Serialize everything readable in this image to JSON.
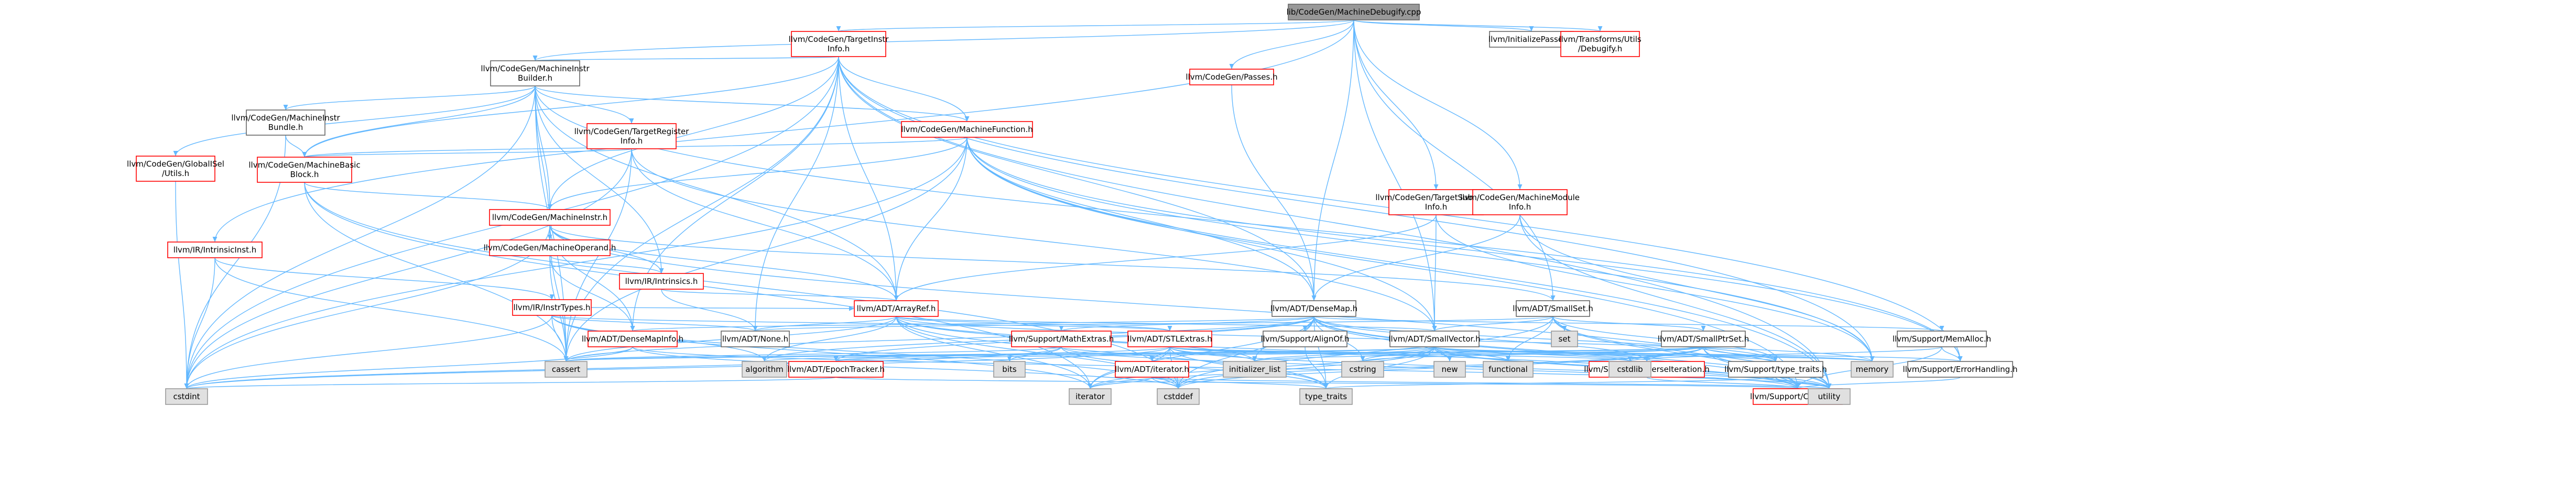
{
  "colors": {
    "root_fill": "#999999",
    "root_border": "#666666",
    "ref_border": "#ff0000",
    "doc_border": "#666666",
    "sys_fill": "#e0e0e0",
    "sys_border": "#999999",
    "edge": "#63b8ff",
    "text": "#000000"
  },
  "nodes": [
    {
      "id": "root",
      "kind": "root",
      "lines": [
        "lib/CodeGen/MachineDebugify.cpp"
      ]
    },
    {
      "id": "tii",
      "kind": "ref",
      "lines": [
        "llvm/CodeGen/TargetInstr",
        "Info.h"
      ]
    },
    {
      "id": "initpasses",
      "kind": "doc",
      "lines": [
        "llvm/InitializePasses.h"
      ]
    },
    {
      "id": "debugify",
      "kind": "ref",
      "lines": [
        "llvm/Transforms/Utils",
        "/Debugify.h"
      ]
    },
    {
      "id": "cgpasses",
      "kind": "ref",
      "lines": [
        "llvm/CodeGen/Passes.h"
      ]
    },
    {
      "id": "mib",
      "kind": "doc",
      "lines": [
        "llvm/CodeGen/MachineInstr",
        "Builder.h"
      ]
    },
    {
      "id": "mf",
      "kind": "ref",
      "lines": [
        "llvm/CodeGen/MachineFunction.h"
      ]
    },
    {
      "id": "tsi",
      "kind": "ref",
      "lines": [
        "llvm/CodeGen/TargetSubtarget",
        "Info.h"
      ]
    },
    {
      "id": "mmi",
      "kind": "ref",
      "lines": [
        "llvm/CodeGen/MachineModule",
        "Info.h"
      ]
    },
    {
      "id": "mibb",
      "kind": "doc",
      "lines": [
        "llvm/CodeGen/MachineInstr",
        "Bundle.h"
      ]
    },
    {
      "id": "tri",
      "kind": "ref",
      "lines": [
        "llvm/CodeGen/TargetRegister",
        "Info.h"
      ]
    },
    {
      "id": "gisel",
      "kind": "ref",
      "lines": [
        "llvm/CodeGen/GlobalISel",
        "/Utils.h"
      ]
    },
    {
      "id": "mbb",
      "kind": "ref",
      "lines": [
        "llvm/CodeGen/MachineBasic",
        "Block.h"
      ]
    },
    {
      "id": "mi",
      "kind": "ref",
      "lines": [
        "llvm/CodeGen/MachineInstr.h"
      ]
    },
    {
      "id": "mo",
      "kind": "ref",
      "lines": [
        "llvm/CodeGen/MachineOperand.h"
      ]
    },
    {
      "id": "intrinsicinst",
      "kind": "ref",
      "lines": [
        "llvm/IR/IntrinsicInst.h"
      ]
    },
    {
      "id": "intrinsics",
      "kind": "ref",
      "lines": [
        "llvm/IR/Intrinsics.h"
      ]
    },
    {
      "id": "instrtypes",
      "kind": "ref",
      "lines": [
        "llvm/IR/InstrTypes.h"
      ]
    },
    {
      "id": "arrayref",
      "kind": "ref",
      "lines": [
        "llvm/ADT/ArrayRef.h"
      ]
    },
    {
      "id": "densemap",
      "kind": "doc",
      "lines": [
        "llvm/ADT/DenseMap.h"
      ]
    },
    {
      "id": "smallset",
      "kind": "doc",
      "lines": [
        "llvm/ADT/SmallSet.h"
      ]
    },
    {
      "id": "densemapinfo",
      "kind": "ref",
      "lines": [
        "llvm/ADT/DenseMapInfo.h"
      ]
    },
    {
      "id": "none",
      "kind": "doc",
      "lines": [
        "llvm/ADT/None.h"
      ]
    },
    {
      "id": "mathextras",
      "kind": "ref",
      "lines": [
        "llvm/Support/MathExtras.h"
      ]
    },
    {
      "id": "stlextras",
      "kind": "ref",
      "lines": [
        "llvm/ADT/STLExtras.h"
      ]
    },
    {
      "id": "smallvector",
      "kind": "doc",
      "lines": [
        "llvm/ADT/SmallVector.h"
      ]
    },
    {
      "id": "alignof",
      "kind": "doc",
      "lines": [
        "llvm/Support/AlignOf.h"
      ]
    },
    {
      "id": "memalloc",
      "kind": "doc",
      "lines": [
        "llvm/Support/MemAlloc.h"
      ]
    },
    {
      "id": "smallptrset",
      "kind": "doc",
      "lines": [
        "llvm/ADT/SmallPtrSet.h"
      ]
    },
    {
      "id": "epochtracker",
      "kind": "ref",
      "lines": [
        "llvm/ADT/EpochTracker.h"
      ]
    },
    {
      "id": "iterator_h",
      "kind": "ref",
      "lines": [
        "llvm/ADT/iterator.h"
      ]
    },
    {
      "id": "reviter",
      "kind": "ref",
      "lines": [
        "llvm/Support/ReverseIteration.h"
      ]
    },
    {
      "id": "typetraits",
      "kind": "doc",
      "lines": [
        "llvm/Support/type_traits.h"
      ]
    },
    {
      "id": "errorhandling",
      "kind": "doc",
      "lines": [
        "llvm/Support/ErrorHandling.h"
      ]
    },
    {
      "id": "compiler",
      "kind": "ref",
      "lines": [
        "llvm/Support/Compiler.h"
      ]
    },
    {
      "id": "cassert",
      "kind": "sys",
      "lines": [
        "cassert"
      ]
    },
    {
      "id": "cstdint",
      "kind": "sys",
      "lines": [
        "cstdint"
      ]
    },
    {
      "id": "algorithm",
      "kind": "sys",
      "lines": [
        "algorithm"
      ]
    },
    {
      "id": "iterator",
      "kind": "sys",
      "lines": [
        "iterator"
      ]
    },
    {
      "id": "cstddef",
      "kind": "sys",
      "lines": [
        "cstddef"
      ]
    },
    {
      "id": "type_traits",
      "kind": "sys",
      "lines": [
        "type_traits"
      ]
    },
    {
      "id": "bits",
      "kind": "sys",
      "lines": [
        "bits"
      ]
    },
    {
      "id": "initializer_list",
      "kind": "sys",
      "lines": [
        "initializer_list"
      ]
    },
    {
      "id": "cstring",
      "kind": "sys",
      "lines": [
        "cstring"
      ]
    },
    {
      "id": "new",
      "kind": "sys",
      "lines": [
        "new"
      ]
    },
    {
      "id": "functional",
      "kind": "sys",
      "lines": [
        "functional"
      ]
    },
    {
      "id": "cstdlib",
      "kind": "sys",
      "lines": [
        "cstdlib"
      ]
    },
    {
      "id": "memory",
      "kind": "sys",
      "lines": [
        "memory"
      ]
    },
    {
      "id": "utility",
      "kind": "sys",
      "lines": [
        "utility"
      ]
    },
    {
      "id": "set",
      "kind": "sys",
      "lines": [
        "set"
      ]
    }
  ],
  "edges": [
    [
      "root",
      "tii"
    ],
    [
      "root",
      "initpasses"
    ],
    [
      "root",
      "debugify"
    ],
    [
      "root",
      "cgpasses"
    ],
    [
      "root",
      "mib"
    ],
    [
      "root",
      "densemap"
    ],
    [
      "root",
      "smallset"
    ],
    [
      "root",
      "smallvector"
    ],
    [
      "root",
      "tsi"
    ],
    [
      "root",
      "mmi"
    ],
    [
      "root",
      "intrinsicinst"
    ],
    [
      "tii",
      "mib"
    ],
    [
      "tii",
      "mf"
    ],
    [
      "tii",
      "mbb"
    ],
    [
      "tii",
      "mi"
    ],
    [
      "tii",
      "arrayref"
    ],
    [
      "tii",
      "densemap"
    ],
    [
      "tii",
      "densemapinfo"
    ],
    [
      "tii",
      "none"
    ],
    [
      "tii",
      "cassert"
    ],
    [
      "tii",
      "cstdint"
    ],
    [
      "tii",
      "errorhandling"
    ],
    [
      "tii",
      "utility"
    ],
    [
      "tii",
      "memory"
    ],
    [
      "mib",
      "mibb"
    ],
    [
      "mib",
      "mf"
    ],
    [
      "mib",
      "mbb"
    ],
    [
      "mib",
      "mi"
    ],
    [
      "mib",
      "mo"
    ],
    [
      "mib",
      "tri"
    ],
    [
      "mib",
      "gisel"
    ],
    [
      "mib",
      "intrinsics"
    ],
    [
      "mib",
      "cassert"
    ],
    [
      "mib",
      "cstdint"
    ],
    [
      "mib",
      "errorhandling"
    ],
    [
      "mib",
      "arrayref"
    ],
    [
      "mibb",
      "mbb"
    ],
    [
      "mibb",
      "cstdint"
    ],
    [
      "mf",
      "mbb"
    ],
    [
      "mf",
      "mi"
    ],
    [
      "mf",
      "arrayref"
    ],
    [
      "mf",
      "densemap"
    ],
    [
      "mf",
      "smallvector"
    ],
    [
      "mf",
      "cassert"
    ],
    [
      "mf",
      "cstdint"
    ],
    [
      "mf",
      "memory"
    ],
    [
      "mf",
      "utility"
    ],
    [
      "mf",
      "errorhandling"
    ],
    [
      "mf",
      "compiler"
    ],
    [
      "tri",
      "mbb"
    ],
    [
      "tri",
      "arrayref"
    ],
    [
      "tri",
      "smallvector"
    ],
    [
      "tri",
      "cassert"
    ],
    [
      "tri",
      "cstdint"
    ],
    [
      "gisel",
      "cstdint"
    ],
    [
      "mbb",
      "mi"
    ],
    [
      "mbb",
      "cassert"
    ],
    [
      "mbb",
      "cstddef"
    ],
    [
      "mbb",
      "iterator"
    ],
    [
      "mi",
      "mo"
    ],
    [
      "mi",
      "intrinsics"
    ],
    [
      "mi",
      "arrayref"
    ],
    [
      "mi",
      "densemapinfo"
    ],
    [
      "mi",
      "smallset"
    ],
    [
      "mi",
      "cassert"
    ],
    [
      "mi",
      "cstdint"
    ],
    [
      "mi",
      "utility"
    ],
    [
      "mo",
      "densemapinfo"
    ],
    [
      "mo",
      "intrinsics"
    ],
    [
      "mo",
      "cassert"
    ],
    [
      "intrinsicinst",
      "instrtypes"
    ],
    [
      "intrinsicinst",
      "cassert"
    ],
    [
      "intrinsicinst",
      "cstdint"
    ],
    [
      "intrinsics",
      "arrayref"
    ],
    [
      "intrinsics",
      "none"
    ],
    [
      "instrtypes",
      "arrayref"
    ],
    [
      "instrtypes",
      "none"
    ],
    [
      "instrtypes",
      "stlextras"
    ],
    [
      "instrtypes",
      "cassert"
    ],
    [
      "instrtypes",
      "cstddef"
    ],
    [
      "instrtypes",
      "cstdint"
    ],
    [
      "instrtypes",
      "iterator"
    ],
    [
      "instrtypes",
      "algorithm"
    ],
    [
      "arrayref",
      "none"
    ],
    [
      "arrayref",
      "smallvector"
    ],
    [
      "arrayref",
      "stlextras"
    ],
    [
      "arrayref",
      "compiler"
    ],
    [
      "arrayref",
      "algorithm"
    ],
    [
      "arrayref",
      "cassert"
    ],
    [
      "arrayref",
      "cstddef"
    ],
    [
      "arrayref",
      "initializer_list"
    ],
    [
      "arrayref",
      "iterator"
    ],
    [
      "arrayref",
      "memory"
    ],
    [
      "arrayref",
      "type_traits"
    ],
    [
      "arrayref",
      "vector"
    ],
    [
      "densemap",
      "densemapinfo"
    ],
    [
      "densemap",
      "epochtracker"
    ],
    [
      "densemap",
      "alignof"
    ],
    [
      "densemap",
      "compiler"
    ],
    [
      "densemap",
      "mathextras"
    ],
    [
      "densemap",
      "memalloc"
    ],
    [
      "densemap",
      "reviter"
    ],
    [
      "densemap",
      "typetraits"
    ],
    [
      "densemap",
      "algorithm"
    ],
    [
      "densemap",
      "cassert"
    ],
    [
      "densemap",
      "cstddef"
    ],
    [
      "densemap",
      "cstring"
    ],
    [
      "densemap",
      "initializer_list"
    ],
    [
      "densemap",
      "iterator"
    ],
    [
      "densemap",
      "new"
    ],
    [
      "densemap",
      "type_traits"
    ],
    [
      "densemap",
      "utility"
    ],
    [
      "smallset",
      "none"
    ],
    [
      "smallset",
      "smallptrset"
    ],
    [
      "smallset",
      "smallvector"
    ],
    [
      "smallset",
      "compiler"
    ],
    [
      "smallset",
      "typetraits"
    ],
    [
      "smallset",
      "cstddef"
    ],
    [
      "smallset",
      "functional"
    ],
    [
      "smallset",
      "set"
    ],
    [
      "smallset",
      "utility"
    ],
    [
      "densemapinfo",
      "cassert"
    ],
    [
      "densemapinfo",
      "cstddef"
    ],
    [
      "densemapinfo",
      "cstdint"
    ],
    [
      "densemapinfo",
      "utility"
    ],
    [
      "mathextras",
      "compiler"
    ],
    [
      "mathextras",
      "bits"
    ],
    [
      "mathextras",
      "cassert"
    ],
    [
      "mathextras",
      "cstdint"
    ],
    [
      "mathextras",
      "type_traits"
    ],
    [
      "stlextras",
      "iterator_h"
    ],
    [
      "stlextras",
      "cstddef"
    ],
    [
      "stlextras",
      "cstdint"
    ],
    [
      "stlextras",
      "cstdlib"
    ],
    [
      "stlextras",
      "functional"
    ],
    [
      "stlextras",
      "initializer_list"
    ],
    [
      "stlextras",
      "iterator"
    ],
    [
      "stlextras",
      "memory"
    ],
    [
      "stlextras",
      "type_traits"
    ],
    [
      "stlextras",
      "utility"
    ],
    [
      "stlextras",
      "epochtracker"
    ],
    [
      "smallvector",
      "compiler"
    ],
    [
      "smallvector",
      "typetraits"
    ],
    [
      "smallvector",
      "algorithm"
    ],
    [
      "smallvector",
      "cassert"
    ],
    [
      "smallvector",
      "cstddef"
    ],
    [
      "smallvector",
      "cstdlib"
    ],
    [
      "smallvector",
      "cstring"
    ],
    [
      "smallvector",
      "functional"
    ],
    [
      "smallvector",
      "initializer_list"
    ],
    [
      "smallvector",
      "iterator"
    ],
    [
      "smallvector",
      "memory"
    ],
    [
      "smallvector",
      "new"
    ],
    [
      "smallvector",
      "type_traits"
    ],
    [
      "smallvector",
      "utility"
    ],
    [
      "smallvector",
      "errorhandling"
    ],
    [
      "alignof",
      "type_traits"
    ],
    [
      "memalloc",
      "compiler"
    ],
    [
      "memalloc",
      "errorhandling"
    ],
    [
      "memalloc",
      "cstdlib"
    ],
    [
      "smallptrset",
      "epochtracker"
    ],
    [
      "smallptrset",
      "compiler"
    ],
    [
      "smallptrset",
      "reviter"
    ],
    [
      "smallptrset",
      "typetraits"
    ],
    [
      "smallptrset",
      "cassert"
    ],
    [
      "smallptrset",
      "cstddef"
    ],
    [
      "smallptrset",
      "cstdlib"
    ],
    [
      "smallptrset",
      "cstring"
    ],
    [
      "smallptrset",
      "initializer_list"
    ],
    [
      "smallptrset",
      "iterator"
    ],
    [
      "smallptrset",
      "utility"
    ],
    [
      "epochtracker",
      "compiler"
    ],
    [
      "epochtracker",
      "cstdint"
    ],
    [
      "iterator_h",
      "cstddef"
    ],
    [
      "iterator_h",
      "iterator"
    ],
    [
      "iterator_h",
      "type_traits"
    ],
    [
      "iterator_h",
      "utility"
    ],
    [
      "reviter",
      "compiler"
    ],
    [
      "typetraits",
      "compiler"
    ],
    [
      "typetraits",
      "type_traits"
    ],
    [
      "typetraits",
      "utility"
    ],
    [
      "errorhandling",
      "compiler"
    ],
    [
      "cgpasses",
      "densemap"
    ],
    [
      "tsi",
      "arrayref"
    ],
    [
      "tsi",
      "smallvector"
    ],
    [
      "tsi",
      "memory"
    ],
    [
      "mmi",
      "densemap"
    ],
    [
      "mmi",
      "memory"
    ],
    [
      "mmi",
      "utility"
    ]
  ]
}
